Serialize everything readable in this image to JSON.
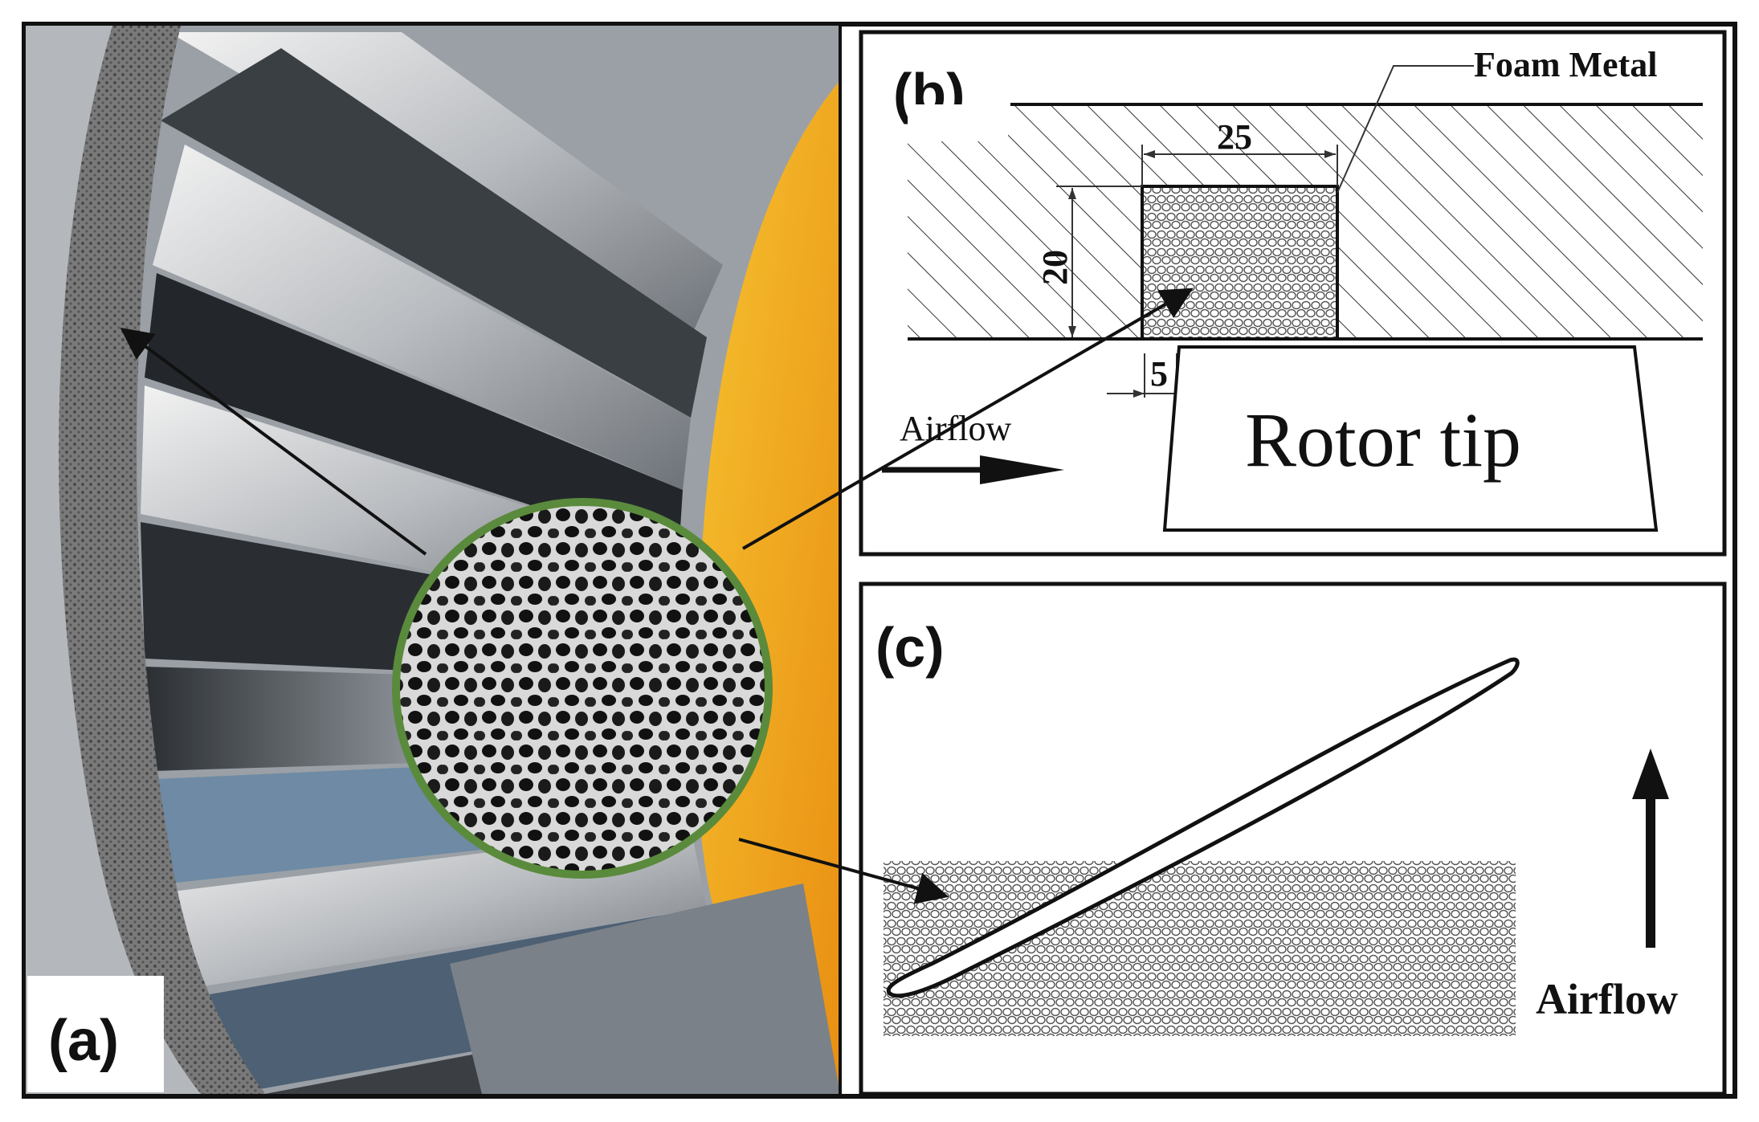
{
  "panels": {
    "a": {
      "label": "(a)"
    },
    "b": {
      "label": "(b)",
      "foam_label": "Foam Metal",
      "dim_width": "25",
      "dim_height": "20",
      "dim_gap": "5",
      "airflow_label": "Airflow",
      "rotor_label": "Rotor tip"
    },
    "c": {
      "label": "(c)",
      "airflow_label": "Airflow"
    }
  },
  "colors": {
    "frame": "#111111",
    "hub_orange": "#f2a81c",
    "lens_ring": "#5a8a3c",
    "foam_gray": "#6e6e6e"
  }
}
